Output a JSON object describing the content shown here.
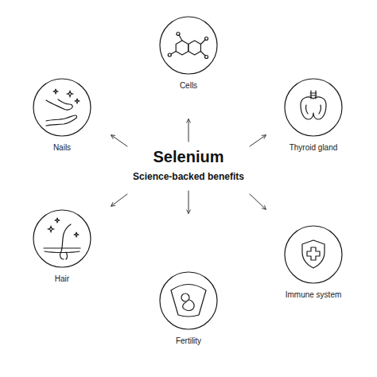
{
  "diagram": {
    "title": "Selenium",
    "nodes": [
      {
        "text": [
          "Cells"
        ]
      },
      {
        "text": [
          "Nails"
        ]
      },
      {
        "text": [
          "Thyroid gland"
        ]
      },
      {
        "text": [
          "Hair"
        ]
      },
      {
        "text": [
          "Immune system"
        ]
      },
      {
        "text": [
          "Fertility"
        ]
      }
    ],
    "labels": [
      "Science-backed benefits"
    ]
  }
}
